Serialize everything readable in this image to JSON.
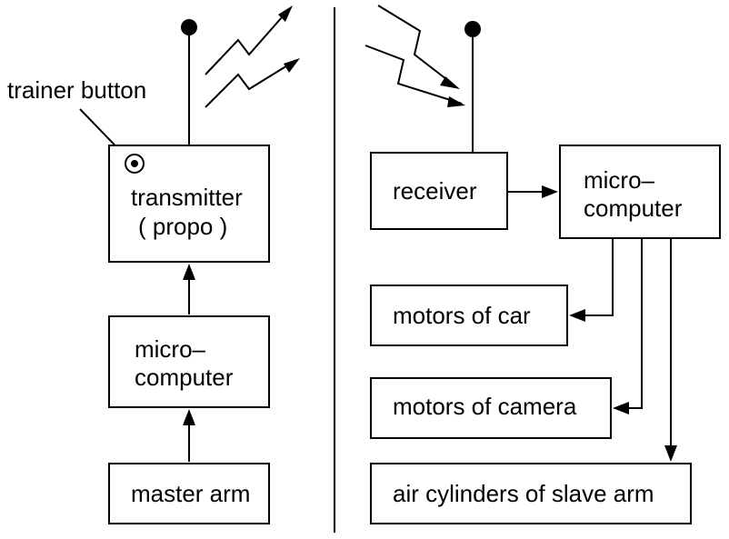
{
  "labels": {
    "trainer_button": "trainer button",
    "transmitter_line1": "transmitter",
    "transmitter_line2": "( propo )",
    "mc_left_line1": "micro–",
    "mc_left_line2": "computer",
    "master_arm": "master arm",
    "receiver": "receiver",
    "mc_right_line1": "micro–",
    "mc_right_line2": "computer",
    "motors_car": "motors of car",
    "motors_camera": "motors of camera",
    "air_cylinders": "air cylinders of slave arm"
  },
  "icons": {
    "antenna": "antenna-icon",
    "signal": "radio-wave-icon",
    "trainer": "trainer-button-icon"
  }
}
